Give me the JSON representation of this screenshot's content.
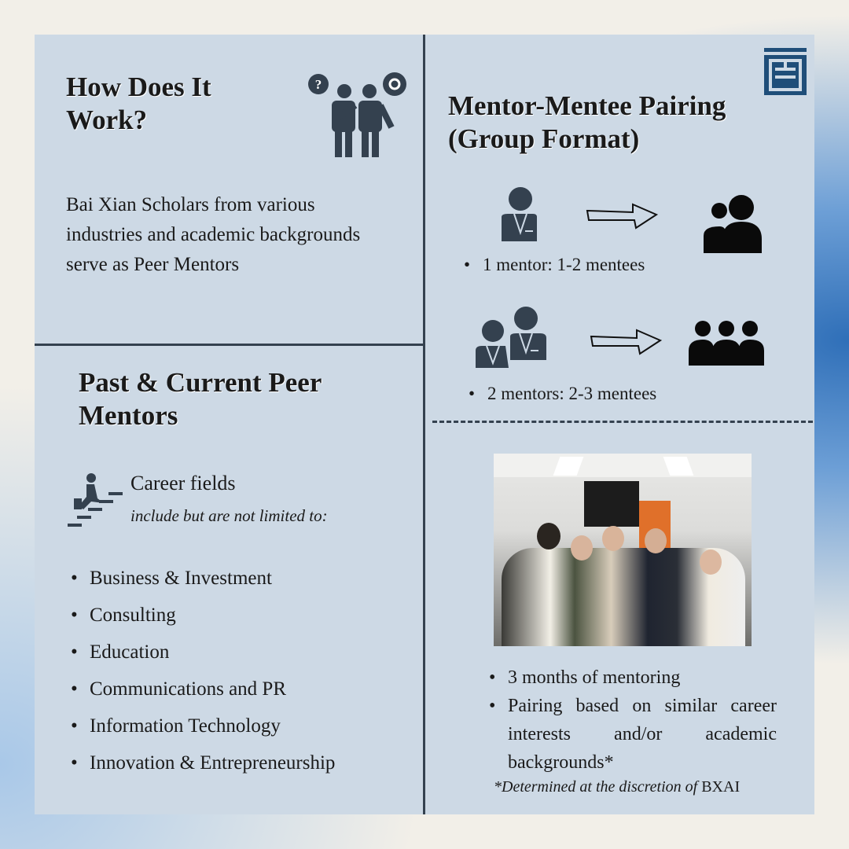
{
  "left_top": {
    "title": "How Does It Work?",
    "description": "Bai Xian Scholars from various industries and academic backgrounds serve as Peer Mentors"
  },
  "left_bottom": {
    "title": "Past & Current Peer Mentors",
    "career_label": "Career fields",
    "career_sub": "include but are not limited to:",
    "fields": [
      "Business & Investment",
      "Consulting",
      "Education",
      "Communications and PR",
      "Information Technology",
      "Innovation & Entrepreneurship"
    ]
  },
  "right_top": {
    "title": "Mentor-Mentee Pairing (Group Format)",
    "pairings": [
      "1 mentor: 1-2 mentees",
      "2 mentors: 2-3 mentees"
    ]
  },
  "right_bottom": {
    "bullets": [
      "3 months of mentoring",
      "Pairing based on similar career interests and/or academic backgrounds*"
    ],
    "footnote_italic": "*Determined at the discretion of",
    "footnote_org": "BXAI"
  },
  "colors": {
    "panel": "#cdd9e5",
    "dark": "#34414f",
    "logo": "#1f4e79"
  }
}
